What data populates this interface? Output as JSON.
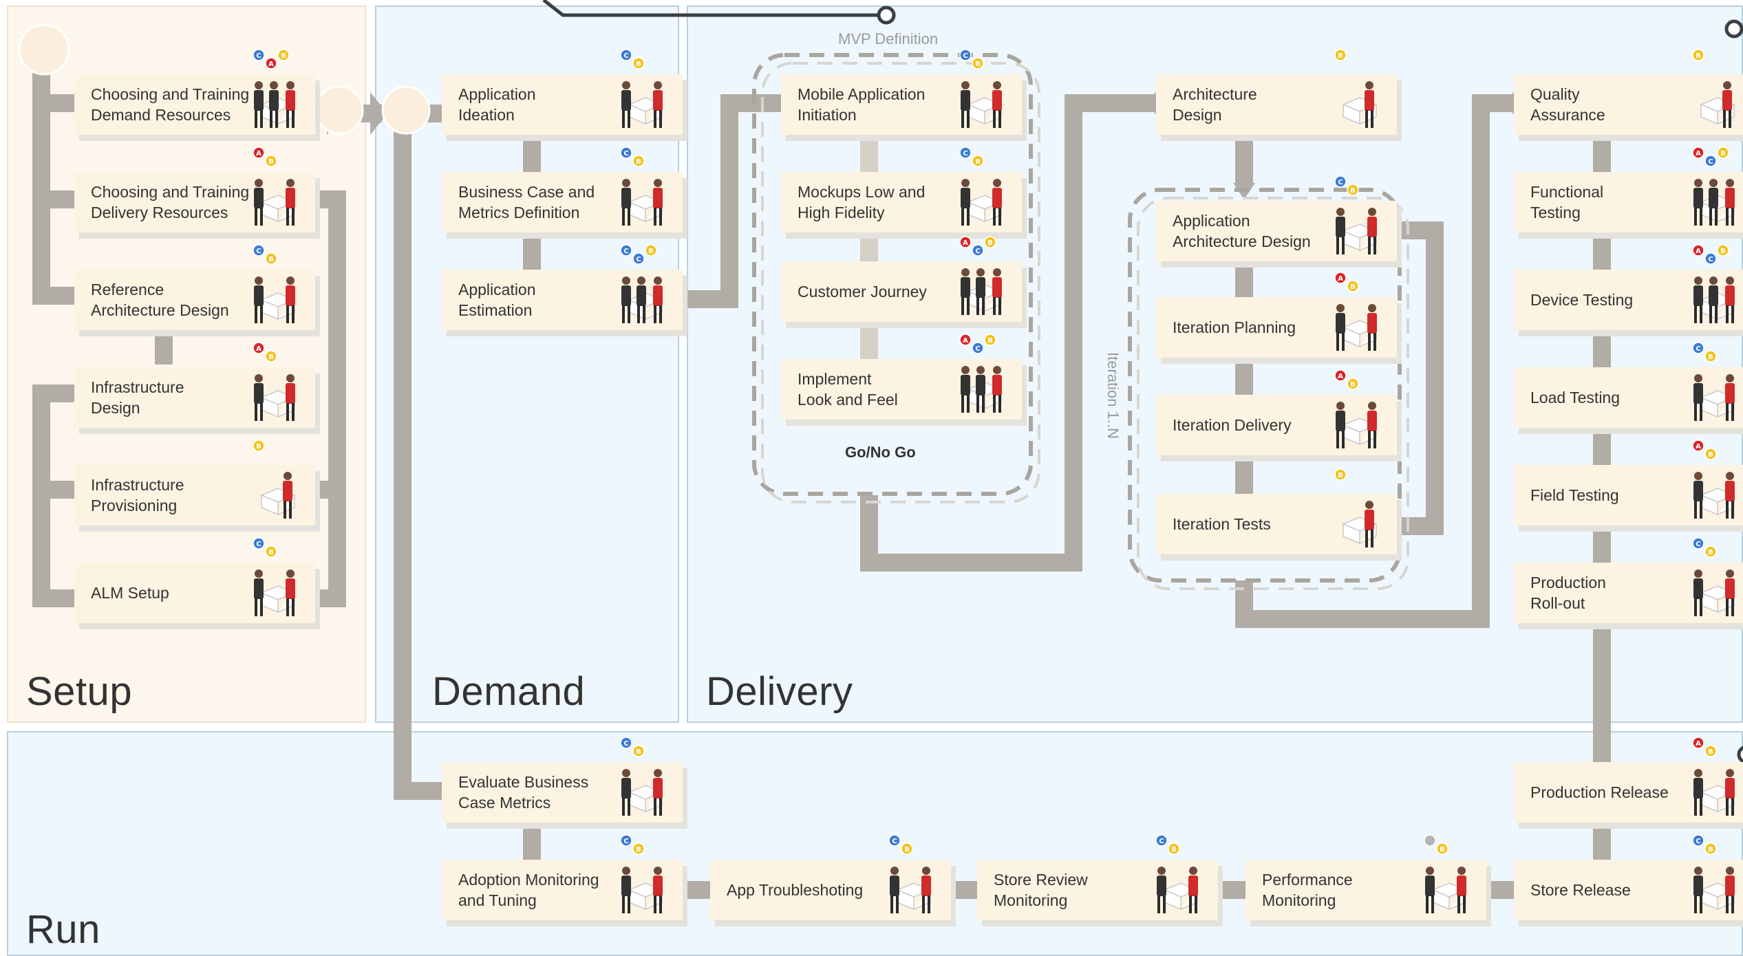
{
  "regions": {
    "setup": "Setup",
    "demand": "Demand",
    "delivery": "Delivery",
    "run": "Run"
  },
  "groups": {
    "mvp_definition": "MVP Definition",
    "go_no_go": "Go/No Go",
    "iteration": "Iteration 1..N"
  },
  "steps": {
    "setup": [
      "Choosing and Training\nDemand Resources",
      "Choosing and Training\nDelivery Resources",
      "Reference\nArchitecture Design",
      "Infrastructure\nDesign",
      "Infrastructure\nProvisioning",
      "ALM Setup"
    ],
    "demand": [
      "Application\nIdeation",
      "Business Case and\nMetrics Definition",
      "Application\nEstimation"
    ],
    "mvp": [
      "Mobile Application\nInitiation",
      "Mockups Low and\nHigh Fidelity",
      "Customer Journey",
      "Implement\nLook and Feel"
    ],
    "architecture": [
      "Architecture\nDesign",
      "Application\nArchitecture Design",
      "Iteration Planning",
      "Iteration Delivery",
      "Iteration Tests"
    ],
    "testing": [
      "Quality\nAssurance",
      "Functional\nTesting",
      "Device Testing",
      "Load Testing",
      "Field Testing",
      "Production\nRoll-out",
      "Production Release",
      "Store Release"
    ],
    "run": [
      "Evaluate Business\nCase Metrics",
      "Adoption Monitoring\nand Tuning",
      "App Troubleshoting",
      "Store Review\nMonitoring",
      "Performance\nMonitoring"
    ]
  },
  "colors": {
    "flow": "#b1aca5",
    "card": "#fcf3e2",
    "setup_bg": "#fdf6ec",
    "blue_bg": "#eef7fd",
    "border": "#b9cfe0",
    "badge_blue": "#3b7bd4",
    "badge_red": "#d8262b",
    "badge_yellow": "#f2c21a",
    "person_red": "#d02a2a",
    "person_dark": "#333333"
  }
}
